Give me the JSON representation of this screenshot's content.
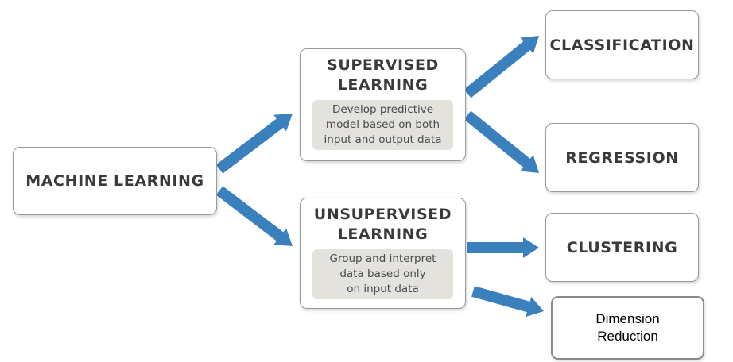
{
  "colors": {
    "arrow": "#3a80bc",
    "box_border": "#9a9a9a",
    "desc_bg": "#e4e2dd"
  },
  "nodes": {
    "machine_learning": "MACHINE LEARNING",
    "supervised": {
      "title_line1": "SUPERVISED",
      "title_line2": "LEARNING",
      "desc_line1": "Develop predictive",
      "desc_line2": "model based on both",
      "desc_line3": "input and output data"
    },
    "unsupervised": {
      "title_line1": "UNSUPERVISED",
      "title_line2": "LEARNING",
      "desc_line1": "Group and interpret",
      "desc_line2": "data based only",
      "desc_line3": "on input data"
    },
    "classification": "CLASSIFICATION",
    "regression": "REGRESSION",
    "clustering": "CLUSTERING",
    "dimension_reduction": {
      "line1": "Dimension",
      "line2": "Reduction"
    }
  },
  "edges": [
    {
      "from": "MACHINE LEARNING",
      "to": "SUPERVISED LEARNING"
    },
    {
      "from": "MACHINE LEARNING",
      "to": "UNSUPERVISED LEARNING"
    },
    {
      "from": "SUPERVISED LEARNING",
      "to": "CLASSIFICATION"
    },
    {
      "from": "SUPERVISED LEARNING",
      "to": "REGRESSION"
    },
    {
      "from": "UNSUPERVISED LEARNING",
      "to": "CLUSTERING"
    },
    {
      "from": "UNSUPERVISED LEARNING",
      "to": "Dimension Reduction"
    }
  ]
}
